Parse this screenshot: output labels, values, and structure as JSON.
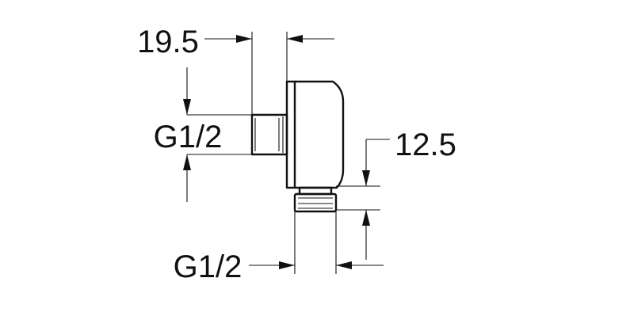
{
  "drawing": {
    "dimensions": {
      "top_width": "19.5",
      "left_thread": "G1/2",
      "right_offset": "12.5",
      "bottom_thread": "G1/2"
    }
  }
}
